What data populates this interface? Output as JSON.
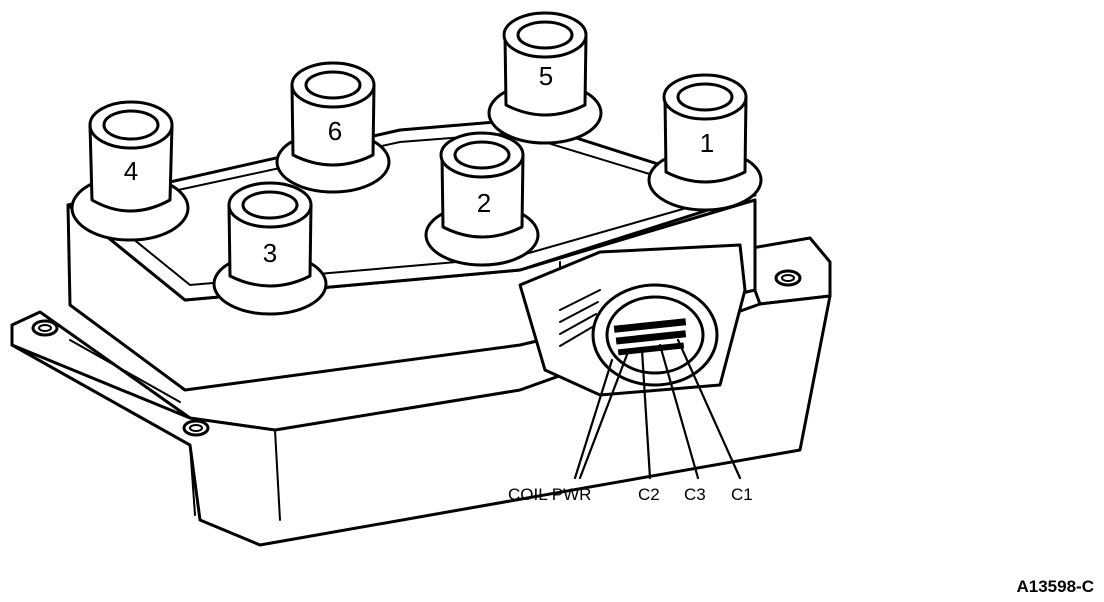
{
  "towers": [
    {
      "id": "tower-1",
      "label": "1"
    },
    {
      "id": "tower-2",
      "label": "2"
    },
    {
      "id": "tower-3",
      "label": "3"
    },
    {
      "id": "tower-4",
      "label": "4"
    },
    {
      "id": "tower-5",
      "label": "5"
    },
    {
      "id": "tower-6",
      "label": "6"
    }
  ],
  "connector": {
    "pin_labels": {
      "coil_pwr": "COIL PWR",
      "c2": "C2",
      "c3": "C3",
      "c1": "C1"
    }
  },
  "figure_id": "A13598-C",
  "colors": {
    "ink": "#000000",
    "paper": "#ffffff"
  }
}
